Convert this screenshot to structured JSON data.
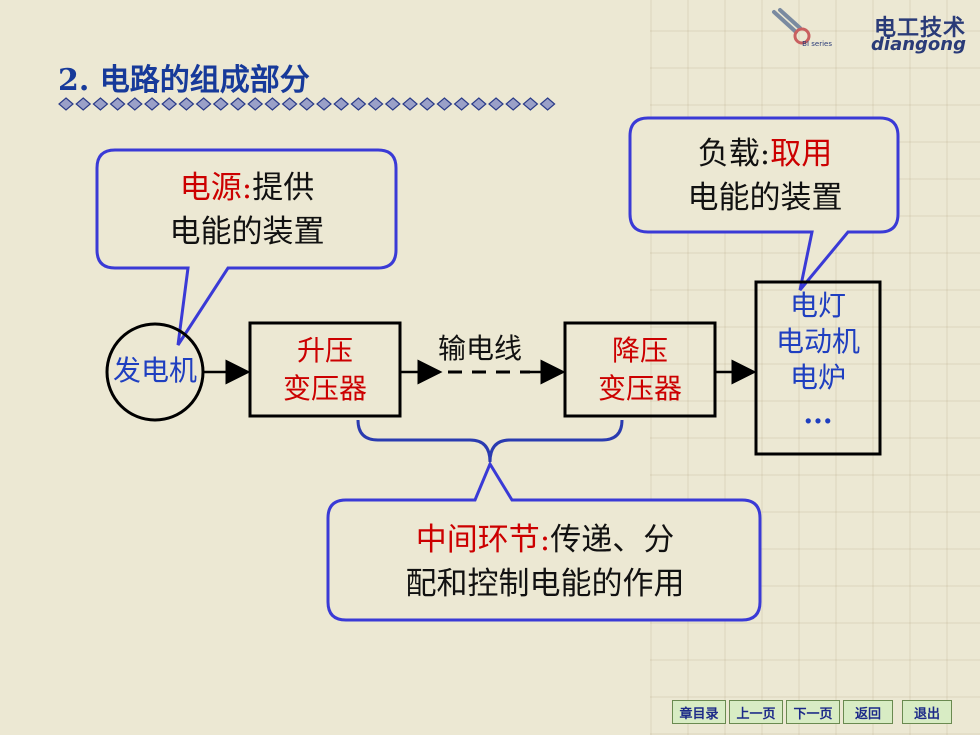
{
  "header": {
    "title": "2. 电路的组成部分",
    "logo_cn": "电工技术",
    "logo_en": "diangong",
    "logo_small": "BI series"
  },
  "callouts": {
    "source": {
      "label": "电源:",
      "desc_line1": "提供",
      "desc_line2": "电能的装置"
    },
    "load": {
      "label": "负载:",
      "desc_line1": "取用",
      "desc_line2": "电能的装置"
    },
    "middle": {
      "label": "中间环节:",
      "desc_line1": "传递、分",
      "desc_line2": "配和控制电能的作用"
    }
  },
  "diagram": {
    "generator": "发电机",
    "step_up": [
      "升压",
      "变压器"
    ],
    "line": "输电线",
    "step_down": [
      "降压",
      "变压器"
    ],
    "loads": [
      "电灯",
      "电动机",
      "电炉",
      "..."
    ]
  },
  "nav": {
    "toc": "章目录",
    "prev": "上一页",
    "next": "下一页",
    "back": "返回",
    "exit": "退出"
  },
  "colors": {
    "border_blue": "#3a3ad6",
    "title_blue": "#173a9a",
    "red": "#cc0000",
    "node_blue": "#1f3fc0"
  }
}
